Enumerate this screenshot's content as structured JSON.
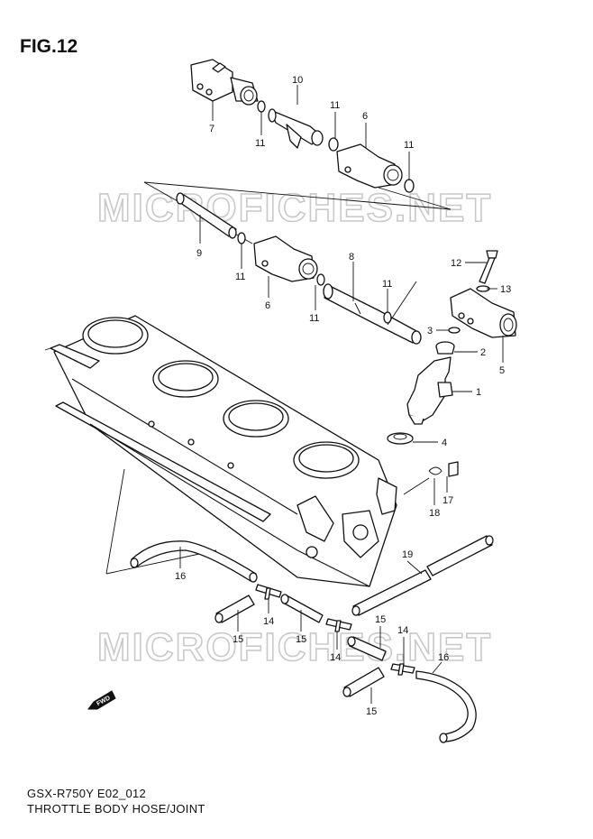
{
  "figure": {
    "title": "FIG.12",
    "model_code": "GSX-R750Y E02_012",
    "section_title": "THROTTLE BODY HOSE/JOINT"
  },
  "watermark": {
    "text_top": "MICROFICHES.NET",
    "text_bottom": "MICROFICHES.NET"
  },
  "fwd_badge": "FWD",
  "callouts": [
    {
      "id": "c10",
      "label": "10"
    },
    {
      "id": "c7",
      "label": "7"
    },
    {
      "id": "c11a",
      "label": "11"
    },
    {
      "id": "c11b",
      "label": "11"
    },
    {
      "id": "c6a",
      "label": "6"
    },
    {
      "id": "c11c",
      "label": "11"
    },
    {
      "id": "c9",
      "label": "9"
    },
    {
      "id": "c11d",
      "label": "11"
    },
    {
      "id": "c6b",
      "label": "6"
    },
    {
      "id": "c8",
      "label": "8"
    },
    {
      "id": "c11e",
      "label": "11"
    },
    {
      "id": "c11f",
      "label": "11"
    },
    {
      "id": "c12",
      "label": "12"
    },
    {
      "id": "c13",
      "label": "13"
    },
    {
      "id": "c3",
      "label": "3"
    },
    {
      "id": "c2",
      "label": "2"
    },
    {
      "id": "c5",
      "label": "5"
    },
    {
      "id": "c1",
      "label": "1"
    },
    {
      "id": "c4",
      "label": "4"
    },
    {
      "id": "c17",
      "label": "17"
    },
    {
      "id": "c18",
      "label": "18"
    },
    {
      "id": "c19",
      "label": "19"
    },
    {
      "id": "c16a",
      "label": "16"
    },
    {
      "id": "c14a",
      "label": "14"
    },
    {
      "id": "c15a",
      "label": "15"
    },
    {
      "id": "c15b",
      "label": "15"
    },
    {
      "id": "c15c",
      "label": "15"
    },
    {
      "id": "c14b",
      "label": "14"
    },
    {
      "id": "c14c",
      "label": "14"
    },
    {
      "id": "c16b",
      "label": "16"
    },
    {
      "id": "c15d",
      "label": "15"
    }
  ]
}
